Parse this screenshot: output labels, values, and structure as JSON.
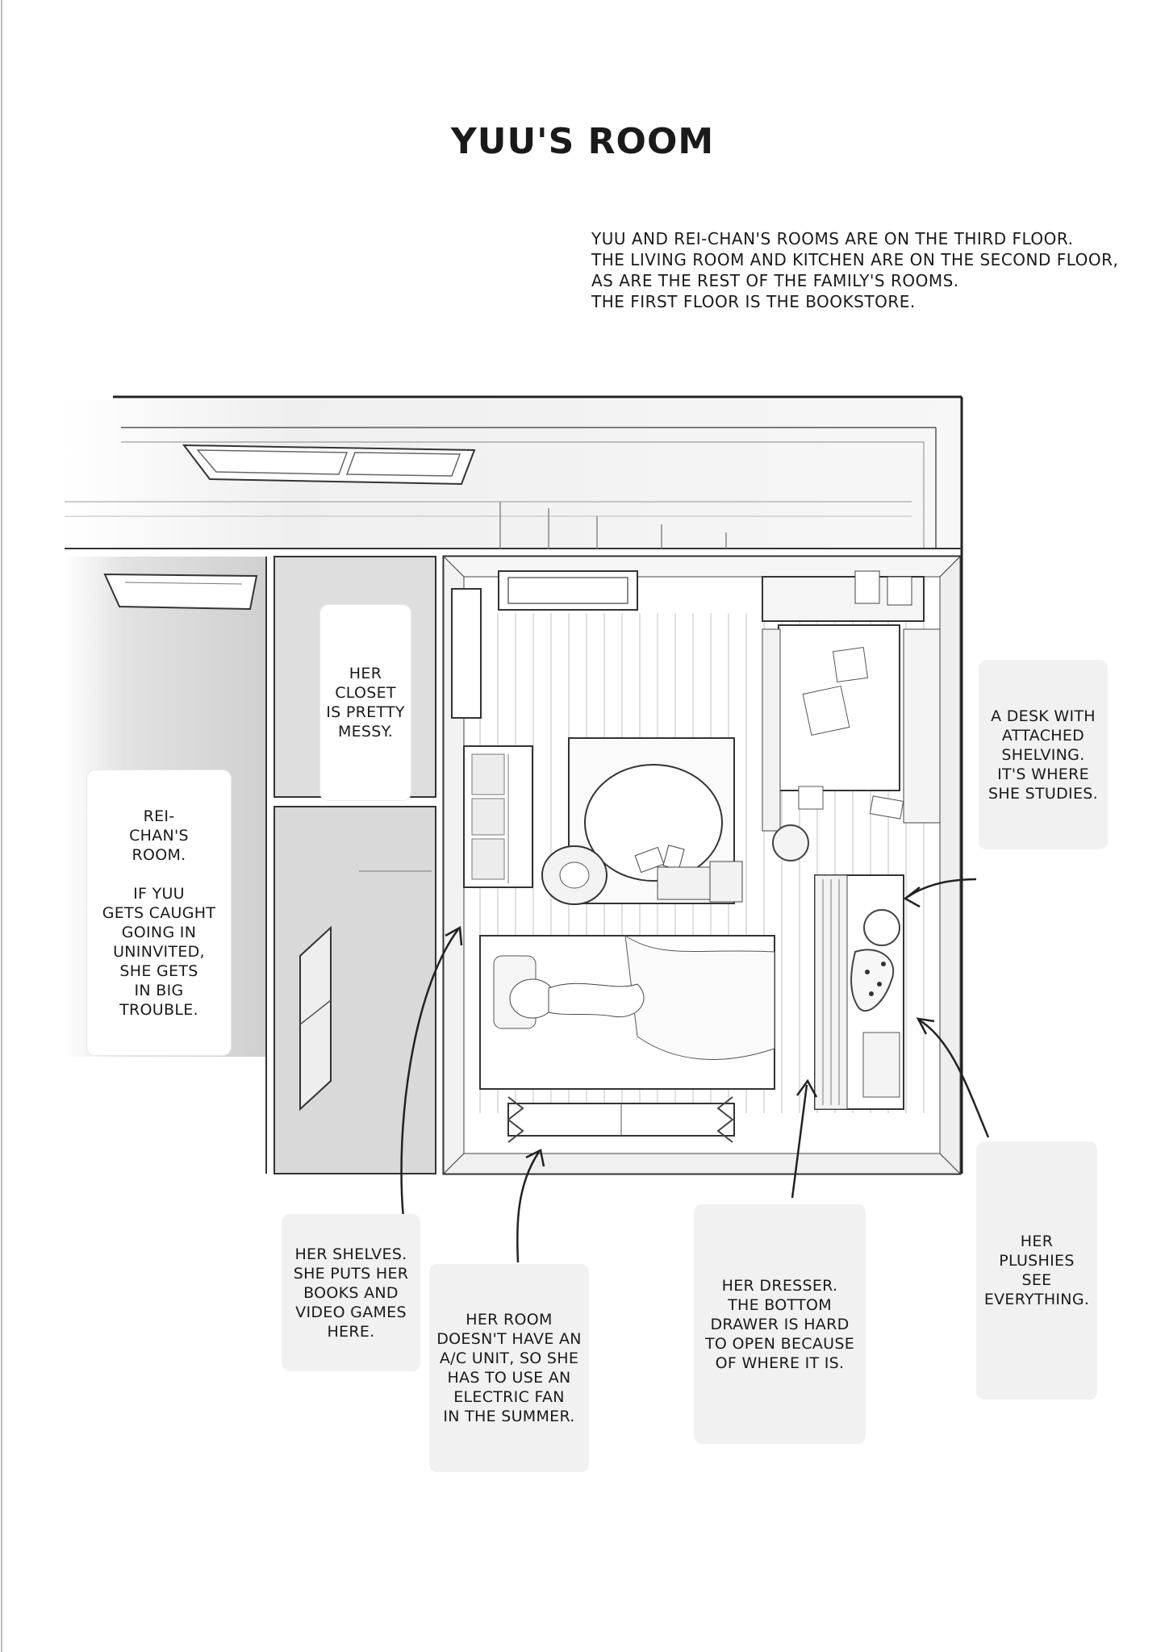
{
  "page": {
    "title": "YUU'S ROOM",
    "intro_lines": [
      "YUU AND REI-CHAN'S ROOMS ARE ON THE THIRD FLOOR.",
      "THE LIVING ROOM AND KITCHEN ARE ON THE SECOND FLOOR,",
      "AS ARE THE REST OF THE FAMILY'S ROOMS.",
      "THE FIRST FLOOR IS THE BOOKSTORE."
    ]
  },
  "notes": {
    "closet": "HER\nCLOSET\nIS PRETTY\nMESSY.",
    "rei_room": "REI-\nCHAN'S\nROOM.\n\nIF YUU\nGETS CAUGHT\nGOING IN\nUNINVITED,\nSHE GETS\nIN BIG\nTROUBLE.",
    "desk": "A DESK WITH\nATTACHED\nSHELVING.\nIT'S WHERE\nSHE STUDIES.",
    "shelves": "HER SHELVES.\nSHE PUTS HER\nBOOKS AND\nVIDEO GAMES\nHERE.",
    "fan": "HER ROOM\nDOESN'T HAVE AN\nA/C UNIT, SO SHE\nHAS TO USE AN\nELECTRIC FAN\nIN THE SUMMER.",
    "dresser": "HER DRESSER.\nTHE BOTTOM\nDRAWER IS HARD\nTO OPEN BECAUSE\nOF WHERE IT IS.",
    "plushies": "HER\nPLUSHIES\nSEE\nEVERYTHING."
  }
}
